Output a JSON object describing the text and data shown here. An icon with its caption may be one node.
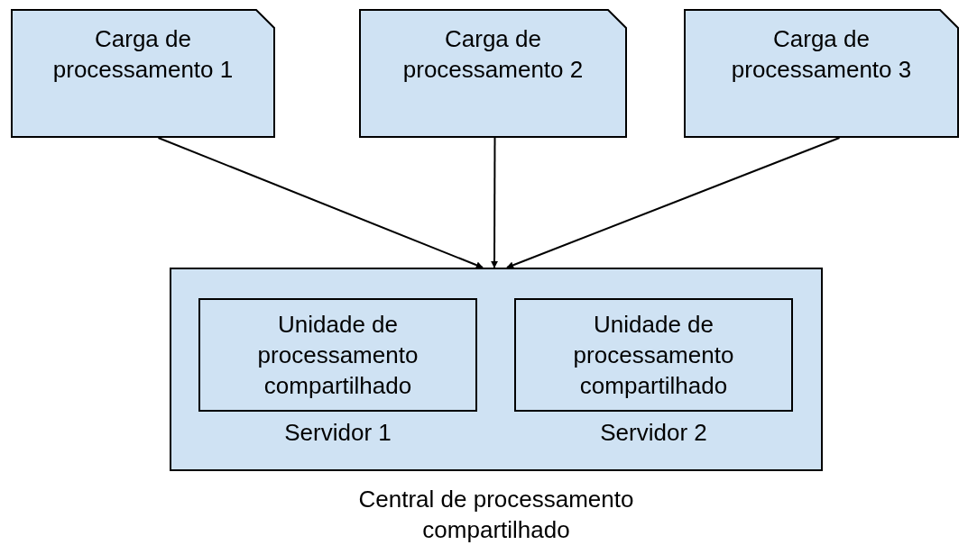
{
  "diagram": {
    "nodes": [
      {
        "text": [
          "Carga de processamento 1"
        ]
      },
      {
        "text": [
          "Carga de processamento 2"
        ]
      },
      {
        "text": [
          "Carga de processamento 3"
        ]
      },
      {
        "text": [
          "Central de processamento compartilhado"
        ]
      },
      {
        "text": [
          "Unidade de processamento compartilhado"
        ],
        "in": 3,
        "beside": [
          "Servidor 1"
        ]
      },
      {
        "text": [
          "Unidade de processamento compartilhado"
        ],
        "in": 3,
        "beside": [
          "Servidor 2"
        ]
      }
    ],
    "edges": [
      {
        "from": 0,
        "to": 3,
        "arrow": "to"
      },
      {
        "from": 1,
        "to": 3,
        "arrow": "to"
      },
      {
        "from": 2,
        "to": 3,
        "arrow": "to"
      }
    ]
  }
}
